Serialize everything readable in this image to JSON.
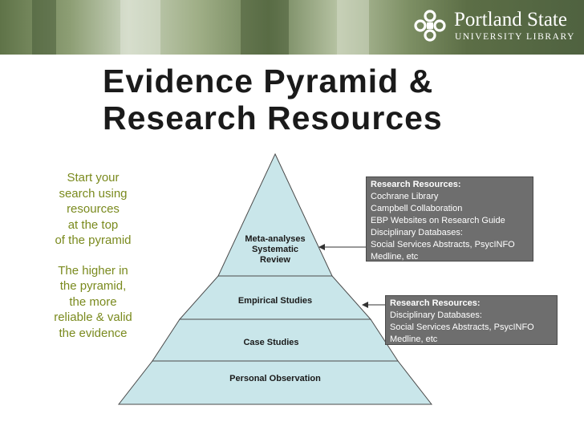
{
  "header": {
    "institution_name": "Portland State",
    "institution_sub": "UNIVERSITY LIBRARY"
  },
  "title_lines": [
    "Evidence Pyramid &",
    "Research Resources"
  ],
  "sidebar": {
    "part1": [
      "Start your",
      "search using",
      "resources",
      "at the top",
      "of the pyramid"
    ],
    "part2": [
      "The higher in",
      "the pyramid,",
      "the more",
      "reliable & valid",
      "the evidence"
    ]
  },
  "pyramid": {
    "levels": [
      {
        "lines": [
          "Meta-analyses",
          "Systematic",
          "Review"
        ]
      },
      {
        "lines": [
          "Empirical Studies"
        ]
      },
      {
        "lines": [
          "Case Studies"
        ]
      },
      {
        "lines": [
          "Personal Observation"
        ]
      }
    ]
  },
  "boxes": [
    {
      "heading": "Research Resources:",
      "items": [
        "Cochrane Library",
        "Campbell Collaboration",
        "EBP Websites on Research Guide",
        "Disciplinary Databases:",
        "Social Services Abstracts, PsycINFO",
        "Medline, etc"
      ]
    },
    {
      "heading": "Research Resources:",
      "items": [
        "Disciplinary Databases:",
        "Social Services Abstracts, PsycINFO",
        "Medline, etc"
      ]
    }
  ],
  "colors": {
    "pyramid_fill": "#c9e6ea",
    "pyramid_stroke": "#4a4a4a",
    "sidebar_text": "#7a8a1e",
    "box_fill": "#6e6e6e"
  }
}
